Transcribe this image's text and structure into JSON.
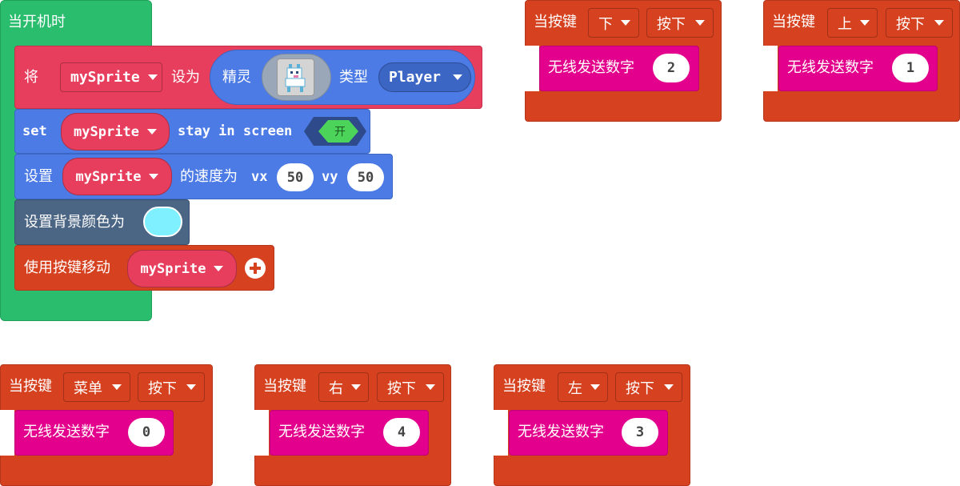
{
  "colors": {
    "hat_green": "#2bbd6e",
    "sprite_red": "#e63e5c",
    "sprite_blue": "#4c7be6",
    "scene_gray": "#4b6584",
    "controller_orange": "#d6411f",
    "radio_pink": "#e3008c",
    "sky": "#7ef0ff",
    "toggle_green": "#4cd35a"
  },
  "start_block": {
    "hat_label": "当开机时",
    "set_block": {
      "prefix": "将",
      "var": "mySprite",
      "mid": "设为",
      "sprite_label": "精灵",
      "image_icon": "llama-sprite-icon",
      "kind_label": "类型",
      "kind_value": "Player"
    },
    "stay_block": {
      "prefix": "set",
      "var": "mySprite",
      "suffix": "stay in screen",
      "toggle": "开"
    },
    "velocity_block": {
      "prefix": "设置",
      "var": "mySprite",
      "mid": "的速度为",
      "vx_label": "vx",
      "vx": "50",
      "vy_label": "vy",
      "vy": "50"
    },
    "bg_block": {
      "label": "设置背景颜色为"
    },
    "move_block": {
      "label": "使用按键移动",
      "var": "mySprite"
    }
  },
  "button_events": [
    {
      "prefix": "当按键",
      "button": "下",
      "action": "按下",
      "send_label": "无线发送数字",
      "number": "2"
    },
    {
      "prefix": "当按键",
      "button": "上",
      "action": "按下",
      "send_label": "无线发送数字",
      "number": "1"
    },
    {
      "prefix": "当按键",
      "button": "菜单",
      "action": "按下",
      "send_label": "无线发送数字",
      "number": "0"
    },
    {
      "prefix": "当按键",
      "button": "右",
      "action": "按下",
      "send_label": "无线发送数字",
      "number": "4"
    },
    {
      "prefix": "当按键",
      "button": "左",
      "action": "按下",
      "send_label": "无线发送数字",
      "number": "3"
    }
  ]
}
